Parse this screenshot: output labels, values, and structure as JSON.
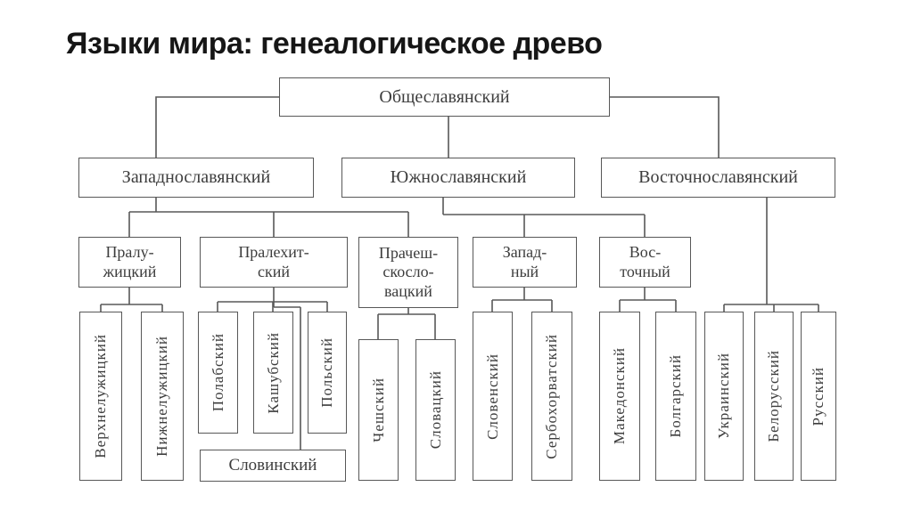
{
  "title": "Языки мира: генеалогическое древо",
  "colors": {
    "background": "#ffffff",
    "box_border": "#585858",
    "connector_line": "#585858",
    "box_text": "#3d3d3d",
    "title_text": "#161616"
  },
  "tree": {
    "root": {
      "label": "Общеславянский"
    },
    "branches": {
      "west": {
        "label": "Западнославянский",
        "parent": "root"
      },
      "south": {
        "label": "Южнославянский",
        "parent": "root"
      },
      "east": {
        "label": "Восточнославянский",
        "parent": "root"
      }
    },
    "subgroups": {
      "praluzhitsky": {
        "label": "Пралу-\nжицкий",
        "parent": "west"
      },
      "pralekhitsky": {
        "label": "Пралехит-\nский",
        "parent": "west"
      },
      "pracheshskoslovatsky": {
        "label": "Прачеш-\nскосло-\nвацкий",
        "parent": "west"
      },
      "zapadny": {
        "label": "Запад-\nный",
        "parent": "south"
      },
      "vostochny": {
        "label": "Вос-\nточный",
        "parent": "south"
      }
    },
    "languages": {
      "verkhneluzhitsky": {
        "label": "Верхнелужицкий",
        "parent": "praluzhitsky"
      },
      "nizhneluzhitsky": {
        "label": "Нижнелужицкий",
        "parent": "praluzhitsky"
      },
      "polabsky": {
        "label": "Полабский",
        "parent": "pralekhitsky"
      },
      "kashubsky": {
        "label": "Кашубский",
        "parent": "pralekhitsky"
      },
      "polsky": {
        "label": "Польский",
        "parent": "pralekhitsky"
      },
      "slovinsky": {
        "label": "Словинский",
        "parent": "pralekhitsky"
      },
      "cheshsky": {
        "label": "Чешский",
        "parent": "pracheshskoslovatsky"
      },
      "slovatsky": {
        "label": "Словацкий",
        "parent": "pracheshskoslovatsky"
      },
      "slovensky": {
        "label": "Словенский",
        "parent": "zapadny"
      },
      "serbokhorvatsky": {
        "label": "Сербохорватский",
        "parent": "zapadny"
      },
      "makedonsky": {
        "label": "Македонский",
        "parent": "vostochny"
      },
      "bolgarsky": {
        "label": "Болгарский",
        "parent": "vostochny"
      },
      "ukrainsky": {
        "label": "Украинский",
        "parent": "east"
      },
      "belorussky": {
        "label": "Белорусский",
        "parent": "east"
      },
      "russky": {
        "label": "Русский",
        "parent": "east"
      }
    }
  }
}
